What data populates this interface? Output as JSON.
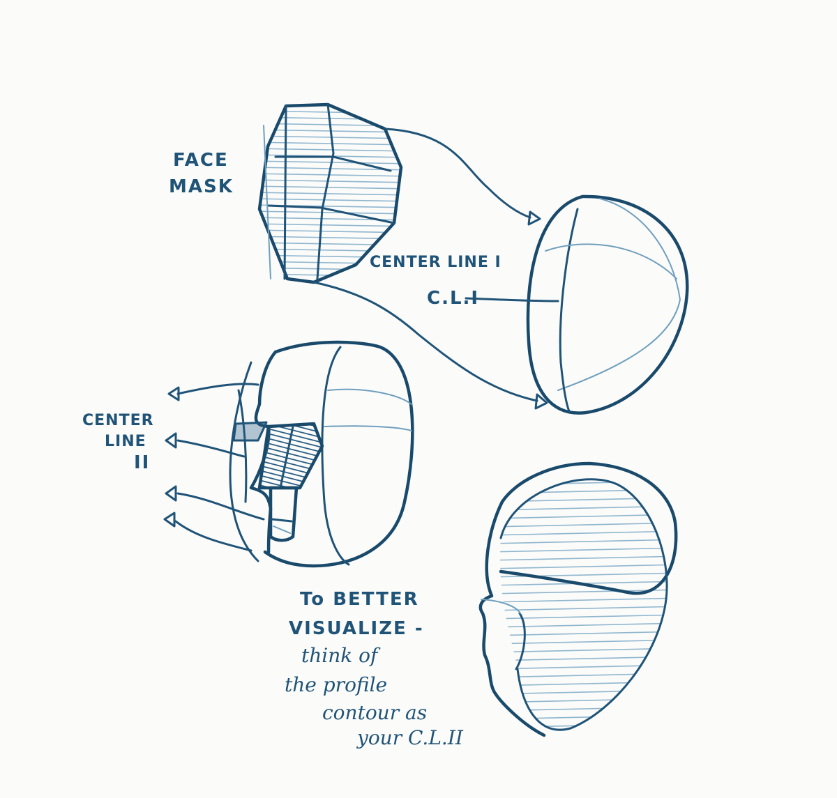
{
  "labels": {
    "face_mask_1": "FACE",
    "face_mask_2": "MASK",
    "center_line_one": "CENTER LINE I",
    "cl_one": "C.L.I",
    "center_line_two_1": "CENTER",
    "center_line_two_2": "LINE",
    "center_line_two_3": "II",
    "note_1": "To BETTER",
    "note_2": "VISUALIZE -",
    "note_3": "think of",
    "note_4": "the profile",
    "note_5": "contour as",
    "note_6": "your C.L.II"
  },
  "colors": {
    "ink": "#1f5377",
    "hatch": "#8fb6cf",
    "paper": "#fbfbf9"
  }
}
